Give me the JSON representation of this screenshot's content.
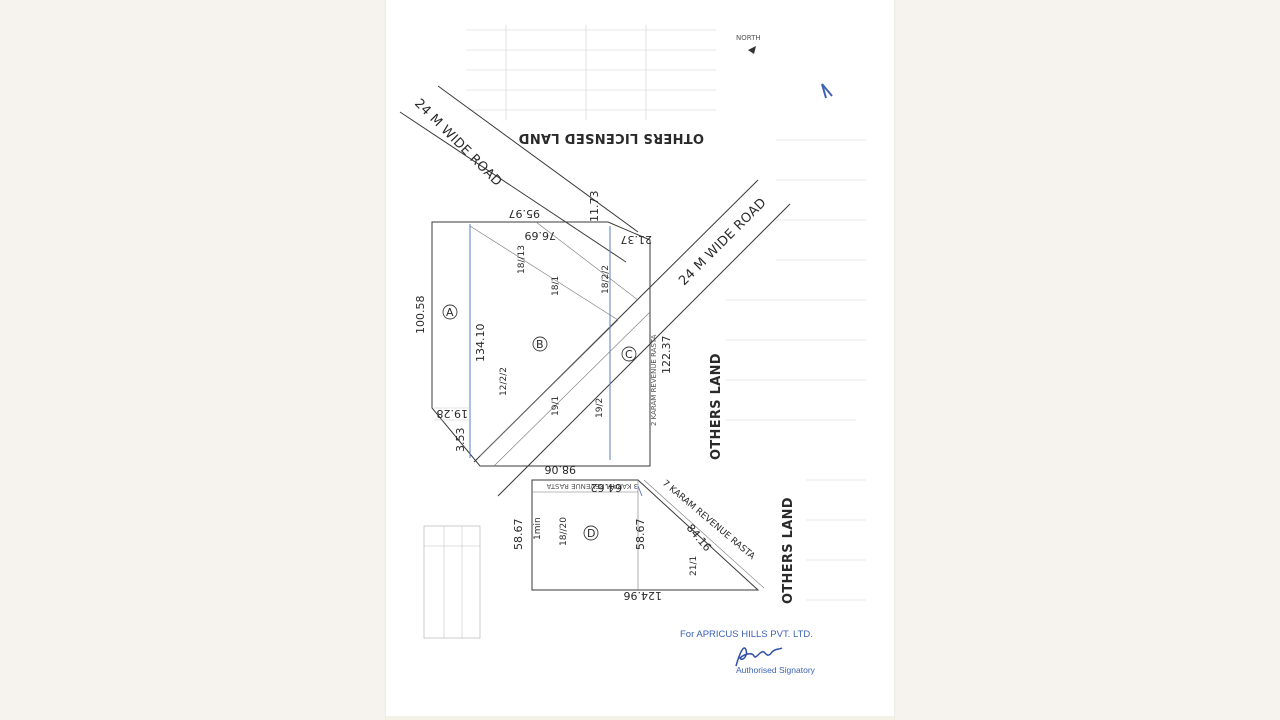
{
  "document": {
    "roads": {
      "road_north": "24 M WIDE ROAD",
      "road_east": "24 M WIDE ROAD"
    },
    "others": {
      "top": "OTHERS LICENSED LAND",
      "mid": "OTHERS LAND",
      "bottom": "OTHERS LAND"
    },
    "rastas": {
      "karam2": "2 KARAM REVENUE RASTA",
      "karam7": "7 KARAM REVENUE RASTA",
      "karam3": "3 KARAM REVENUE RASTA"
    },
    "plots": {
      "a": "A",
      "b": "B",
      "c": "C",
      "d": "D"
    },
    "khasra": {
      "k18_13": "18//13",
      "k18_1": "18/1",
      "k18_2_2": "18/2/2",
      "k12_2_2": "12/2/2",
      "k19_1": "19/1",
      "k19_2": "19/2",
      "k18_20": "18//20",
      "k21_1": "21/1"
    },
    "dimensions": {
      "d95_97": "95.97",
      "d76_69": "76.69",
      "d11_73": "11.73",
      "d21_37": "21.37",
      "d100_58": "100.58",
      "d134_10": "134.10",
      "d122_37": "122.37",
      "d19_28": "19.28",
      "d3_53": "3.53",
      "d98_06": "98.06",
      "d64_62": "64.62",
      "d58_67_left": "58.67",
      "d58_67_right": "58.67",
      "d84_16": "84.16",
      "d124_96": "124.96",
      "d1min": "1min"
    },
    "north": "NORTH"
  },
  "signature": {
    "company": "For APRICUS HILLS PVT. LTD.",
    "role": "Authorised Signatory"
  },
  "colors": {
    "background": "#f6f3ee",
    "page": "#ffffff",
    "ink": "#2a2a2a",
    "signature_blue": "#3d62b6",
    "boundary_blue": "#5b7fbf"
  }
}
